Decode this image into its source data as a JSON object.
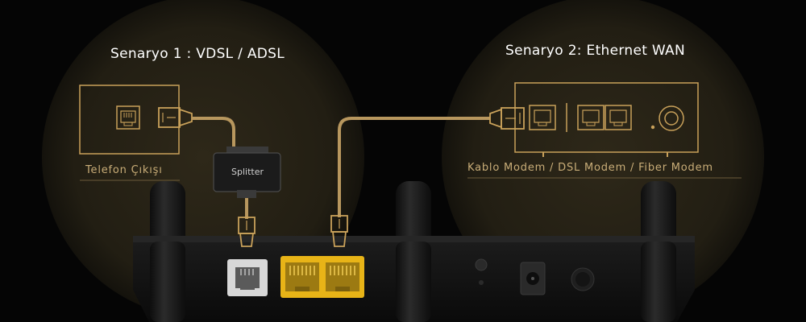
{
  "scenario1": {
    "title": "Senaryo 1 : VDSL / ADSL",
    "source_caption": "Telefon Çıkışı",
    "splitter_label": "Splitter"
  },
  "scenario2": {
    "title": "Senaryo 2:  Ethernet WAN",
    "device_caption": "Kablo Modem / DSL Modem / Fiber Modem"
  },
  "colors": {
    "gold": "#c9a15a",
    "cable": "#b8975e",
    "circle": "#2a2518",
    "background": "#050505",
    "port_yellow": "#e8b417"
  },
  "icons": {
    "phone_port": "rj11-port-icon",
    "ethernet_port": "rj45-port-icon",
    "power_jack": "dc-power-jack-icon",
    "power_button": "power-button-icon"
  }
}
